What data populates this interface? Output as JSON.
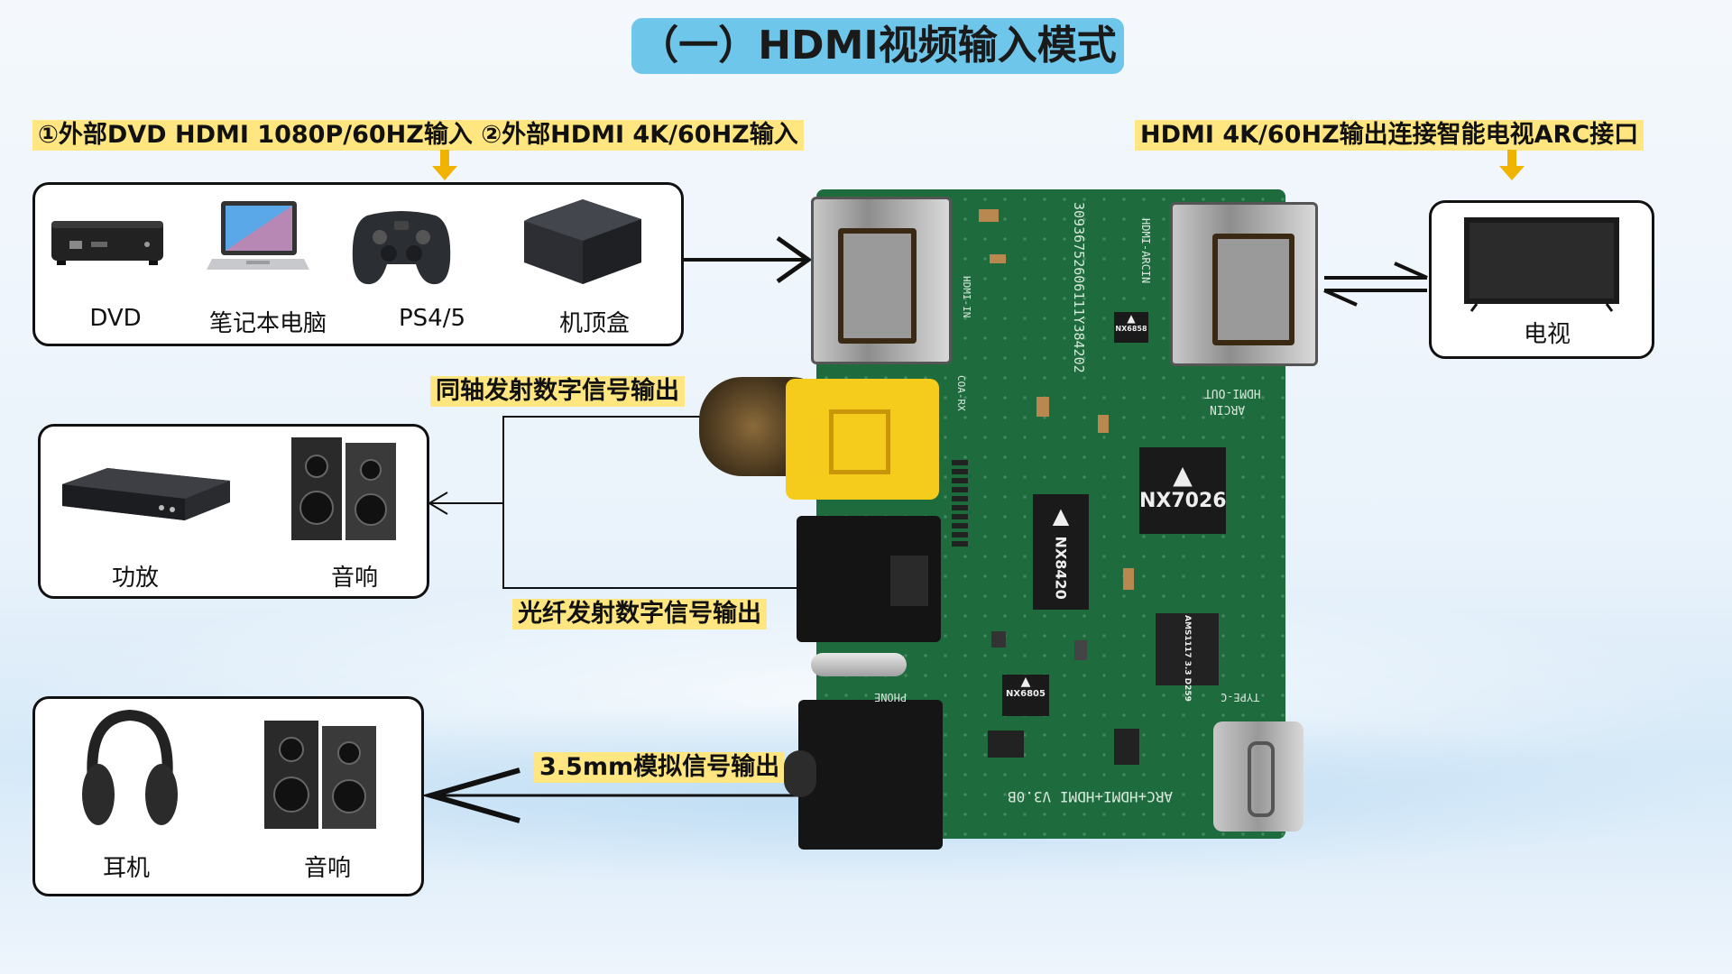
{
  "title": "（一）HDMI视频输入模式",
  "labels": {
    "input": "①外部DVD HDMI 1080P/60HZ输入 ②外部HDMI 4K/60HZ输入",
    "tv_output": "HDMI 4K/60HZ输出连接智能电视ARC接口",
    "coaxial": "同轴发射数字信号输出",
    "optical": "光纤发射数字信号输出",
    "analog": "3.5mm模拟信号输出"
  },
  "input_devices": [
    {
      "label": "DVD",
      "icon": "dvd-player-icon"
    },
    {
      "label": "笔记本电脑",
      "icon": "laptop-icon"
    },
    {
      "label": "PS4/5",
      "icon": "gamepad-icon"
    },
    {
      "label": "机顶盒",
      "icon": "set-top-box-icon"
    }
  ],
  "tv": {
    "label": "电视",
    "icon": "tv-icon"
  },
  "coax_devices": [
    {
      "label": "功放",
      "icon": "amplifier-icon"
    },
    {
      "label": "音响",
      "icon": "speaker-icon"
    }
  ],
  "analog_devices": [
    {
      "label": "耳机",
      "icon": "headphones-icon"
    },
    {
      "label": "音响",
      "icon": "speaker-icon"
    }
  ],
  "pcb": {
    "chip_main": "NX7026",
    "chip_second": "NX8420",
    "chip_small": "NX6805",
    "chip_tiny": "NX6858",
    "regulator": "AMS1117 3.3 D259",
    "serial": "30936752606111Y384202",
    "silk_hdmi_in": "HDMI-IN",
    "silk_hdmi_arcin": "HDMI-ARCIN",
    "silk_hdmi_out": "HDMI-OUT",
    "silk_arcin": "ARCIN",
    "silk_coa": "COA-RX",
    "silk_phone": "PHONE",
    "silk_typec": "TYPE-C",
    "silk_version": "ARC+HDMI+HDMI V3.0B"
  }
}
